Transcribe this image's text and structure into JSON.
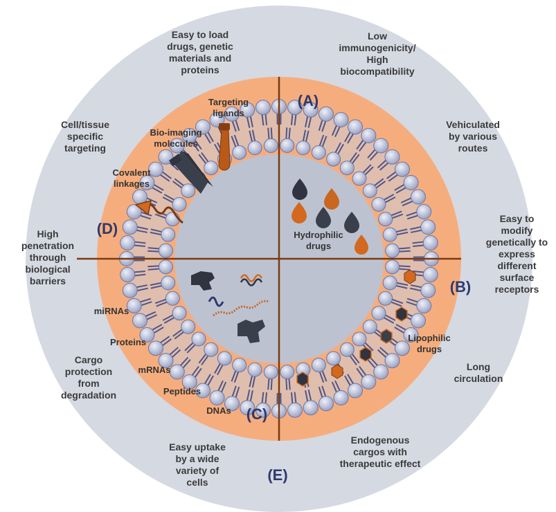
{
  "colors": {
    "outer_ring": "#d5d9e2",
    "orange": "#f6ad7d",
    "core": "#bcc2d0",
    "divider": "#7a3a12",
    "head": "#b8c0d8",
    "tail": "#4e5688",
    "accent_orange": "#d2691e",
    "accent_dark": "#2f3440",
    "label_dark": "#3a3a3a",
    "quadrant_blue": "#2e3a6e"
  },
  "outer_properties": {
    "easy_load": "Easy to load\ndrugs, genetic\nmaterials and\nproteins",
    "low_immuno": "Low\nimmunogenicity/\nHigh\nbiocompatibility",
    "vehiculated": "Vehiculated\nby various\nroutes",
    "easy_modify": "Easy to\nmodify\ngenetically to\nexpress\ndifferent\nsurface\nreceptors",
    "long_circulation": "Long\ncirculation",
    "endogenous": "Endogenous\ncargos with\ntherapeutic effect",
    "easy_uptake": "Easy uptake\nby a wide\nvariety of\ncells",
    "cargo_protection": "Cargo\nprotection\nfrom\ndegradation",
    "high_penetration": "High\npenetration\nthrough\nbiological\nbarriers",
    "cell_targeting": "Cell/tissue\nspecific\ntargeting"
  },
  "quadrants": {
    "a": "(A)",
    "b": "(B)",
    "c": "(C)",
    "d": "(D)",
    "e": "(E)"
  },
  "inner_labels": {
    "targeting_ligands": "Targeting\nligands",
    "bio_imaging": "Bio-imaging\nmolecules",
    "covalent": "Covalent\nlinkages",
    "hydrophilic": "Hydrophilic\ndrugs",
    "lipophilic": "Lipophilic\ndrugs",
    "mirnas": "miRNAs",
    "proteins": "Proteins",
    "mrnas": "mRNAs",
    "peptides": "Peptides",
    "dnas": "DNAs"
  },
  "icons": {
    "hydrophilic_drug": "droplet-icon",
    "lipophilic_drug": "hexagon-icon",
    "protein": "protein-blob-icon",
    "nucleic_acid": "squiggle-icon",
    "ligand": "test-tube-icon",
    "imaging": "cylinder-probe-icon",
    "linkage": "arrow-chain-icon"
  }
}
